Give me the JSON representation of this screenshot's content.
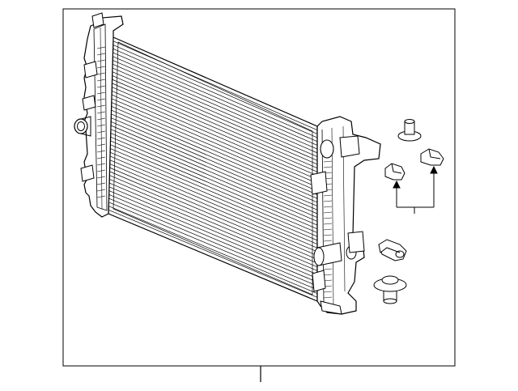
{
  "diagram": {
    "parts": [
      {
        "name": "radiator",
        "kind": "assembly"
      },
      {
        "name": "upper-grommet",
        "kind": "fastener"
      },
      {
        "name": "upper-bracket-left",
        "kind": "bracket"
      },
      {
        "name": "upper-bracket-right",
        "kind": "bracket"
      },
      {
        "name": "lower-bracket",
        "kind": "bracket"
      },
      {
        "name": "lower-bushing",
        "kind": "fastener"
      }
    ],
    "callout_count": 2,
    "line_color": "#000000",
    "background": "#ffffff"
  }
}
